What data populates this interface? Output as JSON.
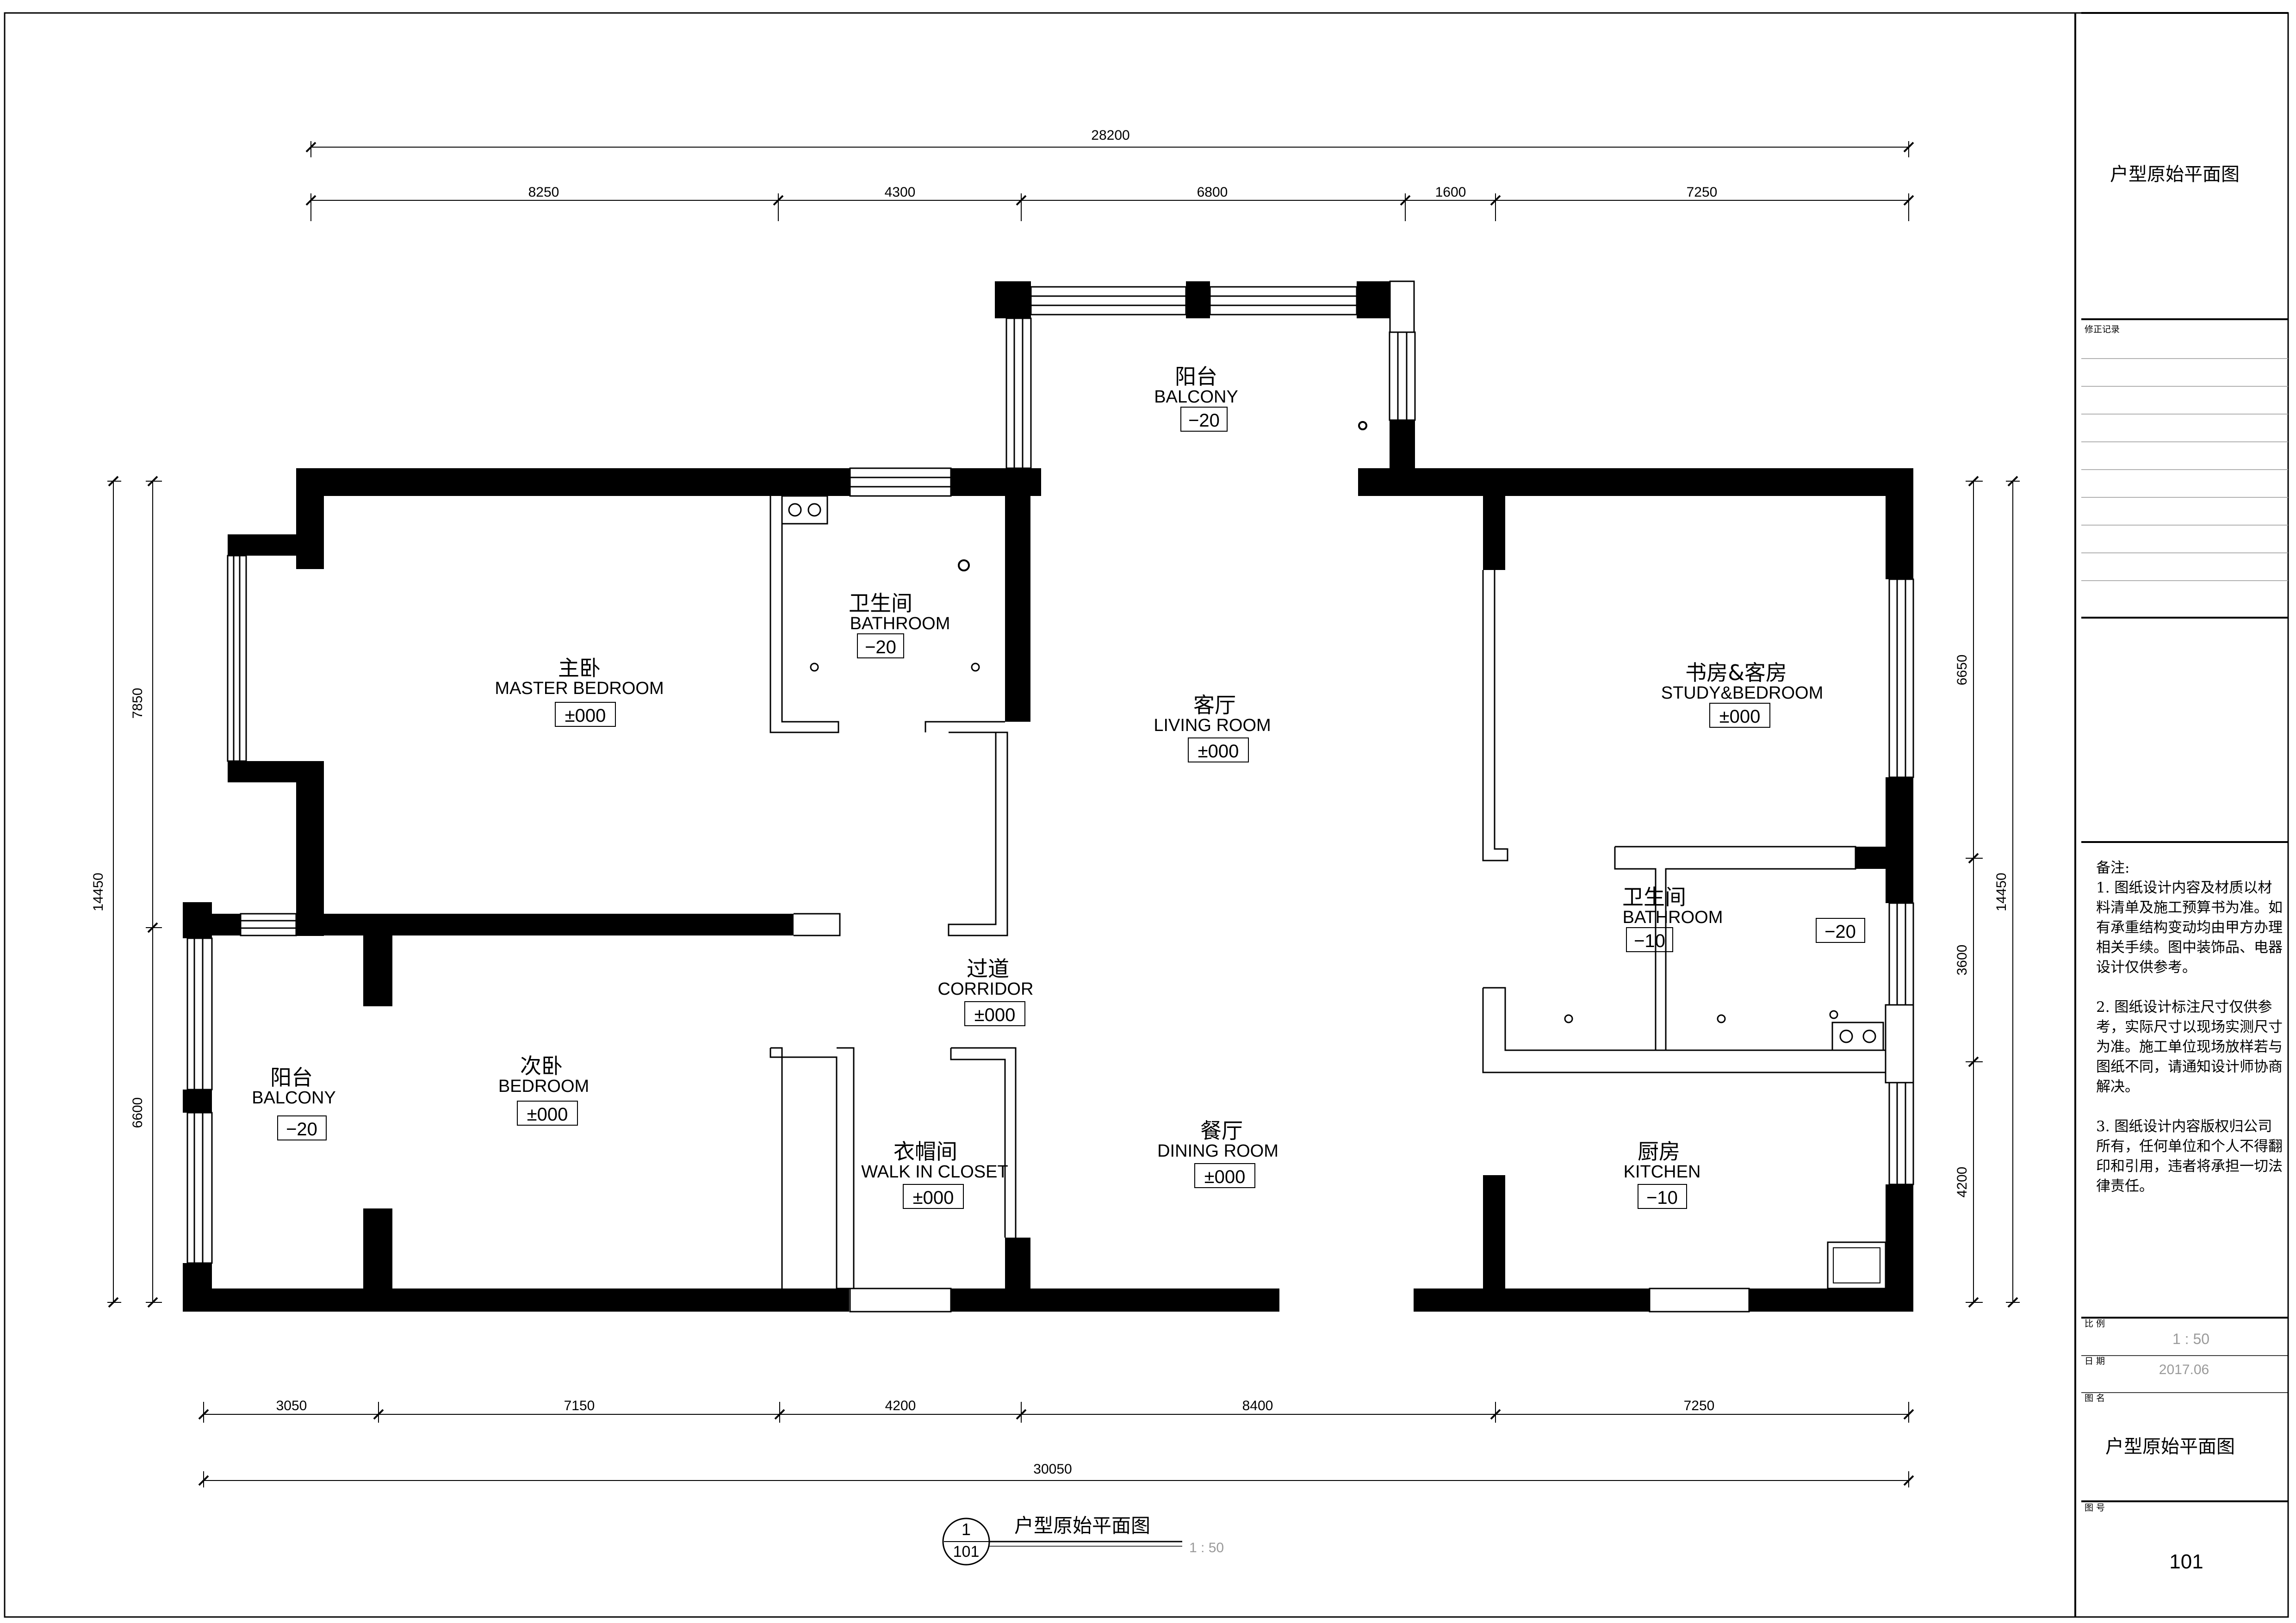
{
  "title_block": {
    "project_title": "户型原始平面图",
    "revision_label": "修正记录",
    "notes_heading": "备注:",
    "notes": [
      "1. 图纸设计内容及材质以材料清单及施工预算书为准。如有承重结构变动均由甲方办理相关手续。图中装饰品、电器设计仅供参考。",
      "2. 图纸设计标注尺寸仅供参考，实际尺寸以现场实测尺寸为准。施工单位现场放样若与图纸不同，请通知设计师协商解决。",
      "3. 图纸设计内容版权归公司所有，任何单位和个人不得翻印和引用，违者将承担一切法律责任。"
    ],
    "scale_label": "比 例",
    "scale_value": "1 : 50",
    "date_label": "日 期",
    "date_value": "2017.06",
    "drawing_name_label": "图 名",
    "drawing_name": "户型原始平面图",
    "drawing_number_label": "图 号",
    "drawing_number": "101"
  },
  "dimensions": {
    "top_total": "28200",
    "top_segments": [
      "8250",
      "4300",
      "6800",
      "1600",
      "7250"
    ],
    "bottom_segments": [
      "3050",
      "7150",
      "4200",
      "8400",
      "7250"
    ],
    "bottom_total": "30050",
    "left_total": "14450",
    "left_segments": [
      "7850",
      "6600"
    ],
    "right_total": "14450",
    "right_segments": [
      "6650",
      "3600",
      "4200"
    ]
  },
  "rooms": {
    "balcony_top": {
      "cn": "阳台",
      "en": "BALCONY",
      "level": "−20"
    },
    "master_bedroom": {
      "cn": "主卧",
      "en": "MASTER BEDROOM",
      "level": "±000"
    },
    "bathroom_left": {
      "cn": "卫生间",
      "en": "BATHROOM",
      "level": "−20"
    },
    "living_room": {
      "cn": "客厅",
      "en": "LIVING ROOM",
      "level": "±000"
    },
    "study_bedroom": {
      "cn": "书房&客房",
      "en": "STUDY&BEDROOM",
      "level": "±000"
    },
    "bathroom_right": {
      "cn": "卫生间",
      "en": "BATHROOM",
      "level": "−10",
      "extra_level": "−20"
    },
    "corridor": {
      "cn": "过道",
      "en": "CORRIDOR",
      "level": "±000"
    },
    "balcony_left": {
      "cn": "阳台",
      "en": "BALCONY",
      "level": "−20"
    },
    "bedroom": {
      "cn": "次卧",
      "en": "BEDROOM",
      "level": "±000"
    },
    "walk_in_closet": {
      "cn": "衣帽间",
      "en": "WALK IN CLOSET",
      "level": "±000"
    },
    "dining_room": {
      "cn": "餐厅",
      "en": "DINING ROOM",
      "level": "±000"
    },
    "kitchen": {
      "cn": "厨房",
      "en": "KITCHEN",
      "level": "−10"
    }
  },
  "drawing_label": {
    "number_top": "1",
    "number_bottom": "101",
    "title": "户型原始平面图",
    "scale": "1 : 50"
  }
}
